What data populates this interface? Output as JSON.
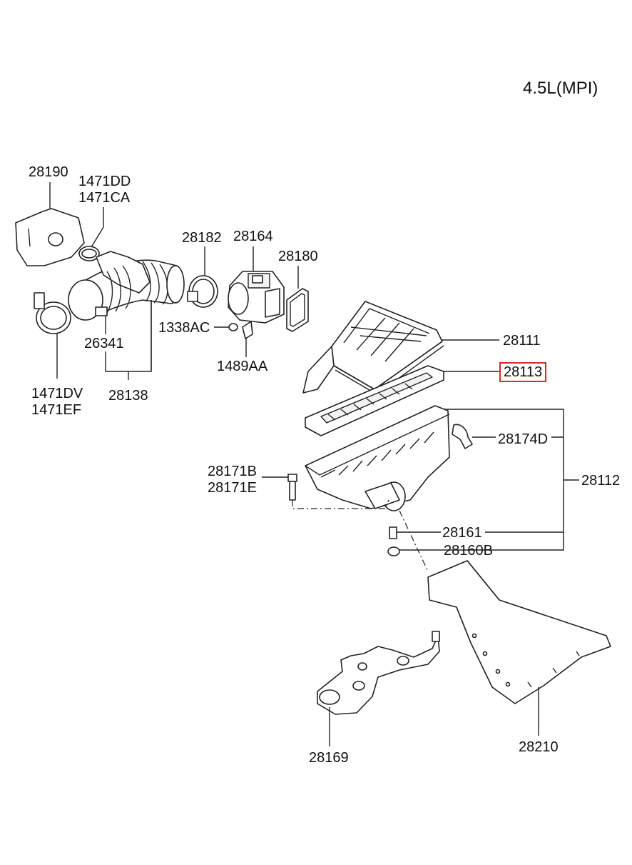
{
  "engine": "4.5L(MPI)",
  "labels": {
    "p28190": "28190",
    "p1471DD": "1471DD",
    "p1471CA": "1471CA",
    "p28182": "28182",
    "p28164": "28164",
    "p28180": "28180",
    "p1338AC": "1338AC",
    "p26341": "26341",
    "p1489AA": "1489AA",
    "p1471DV": "1471DV",
    "p1471EF": "1471EF",
    "p28138": "28138",
    "p28111": "28111",
    "p28113": "28113",
    "p28174D": "28174D",
    "p28112": "28112",
    "p28171B": "28171B",
    "p28171E": "28171E",
    "p28161": "28161",
    "p28160B": "28160B",
    "p28169": "28169",
    "p28210": "28210"
  },
  "highlight": {
    "part": "28113",
    "color": "#e0252b"
  }
}
